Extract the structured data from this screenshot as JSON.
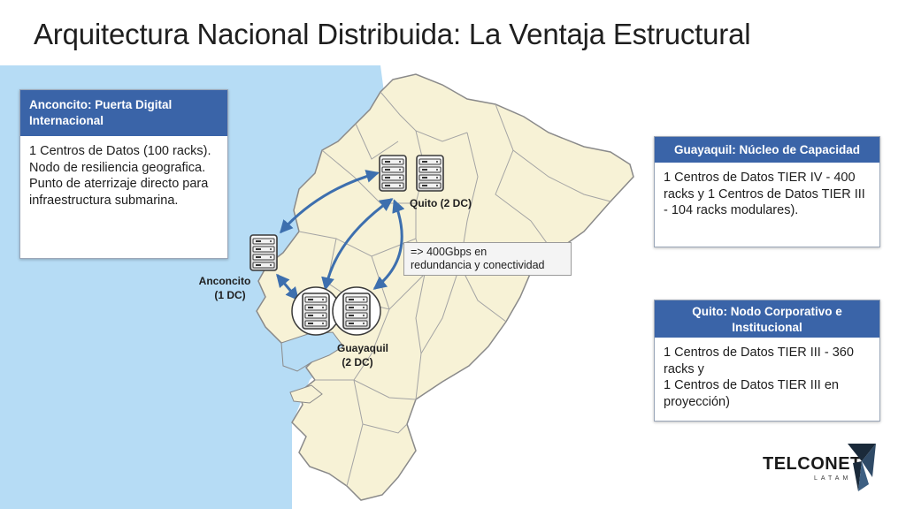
{
  "title": "Arquitectura Nacional Distribuida: La Ventaja Estructural",
  "map": {
    "nodes": {
      "anconcito": {
        "name": "Anconcito",
        "dc": "(1 DC)"
      },
      "quito": {
        "name": "Quito (2 DC)"
      },
      "guayaquil": {
        "name": "Guayaquil",
        "dc": "(2 DC)"
      }
    },
    "link_callout": {
      "line1": "=> 400Gbps en",
      "line2": "redundancia y conectividad"
    }
  },
  "cards": {
    "anconcito": {
      "header": "Anconcito: Puerta Digital Internacional",
      "body": "1 Centros de Datos (100 racks). Nodo de resiliencia geografica. Punto de aterrizaje directo para infraestructura submarina."
    },
    "guayaquil": {
      "header": "Guayaquil: Núcleo de Capacidad",
      "body": "1 Centros de Datos TIER IV - 400 racks y 1 Centros de Datos TIER III - 104 racks modulares)."
    },
    "quito": {
      "header": "Quito: Nodo Corporativo e Institucional",
      "body_line1": "1 Centros de Datos TIER III - 360 racks y",
      "body_line2": "1 Centros de Datos TIER III en proyección)"
    }
  },
  "logo": {
    "name": "TELCONET",
    "sub": "LATAM"
  },
  "colors": {
    "ocean": "#b6dcf5",
    "land": "#f7f2d6",
    "border": "#8a8a8a",
    "header": "#3a64a8",
    "arrow": "#3d6fae"
  }
}
